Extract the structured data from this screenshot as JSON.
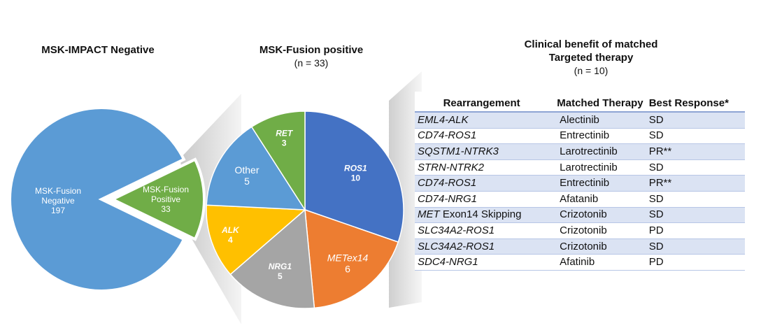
{
  "chart_data": [
    {
      "type": "pie",
      "title": "MSK-IMPACT Negative",
      "slices": [
        {
          "label": "MSK-Fusion Negative",
          "lines": [
            "MSK-Fusion",
            "Negative"
          ],
          "value": 197,
          "color": "#5b9bd5",
          "exploded": false
        },
        {
          "label": "MSK-Fusion Positive",
          "lines": [
            "MSK-Fusion",
            "Positive"
          ],
          "value": 33,
          "color": "#70ad47",
          "exploded": true
        }
      ]
    },
    {
      "type": "pie",
      "title": "MSK-Fusion positive",
      "subtitle": "(n = 33)",
      "slices": [
        {
          "label": "ROS1",
          "value": 10,
          "color": "#4472c4",
          "italic": true,
          "bold": true
        },
        {
          "label": "METex14",
          "value": 6,
          "color": "#ed7d31",
          "italic": true,
          "bold": false
        },
        {
          "label": "NRG1",
          "value": 5,
          "color": "#a5a5a5",
          "italic": true,
          "bold": true
        },
        {
          "label": "ALK",
          "value": 4,
          "color": "#ffc000",
          "italic": true,
          "bold": true
        },
        {
          "label": "Other",
          "value": 5,
          "color": "#5b9bd5",
          "italic": false,
          "bold": false
        },
        {
          "label": "RET",
          "value": 3,
          "color": "#70ad47",
          "italic": true,
          "bold": true
        }
      ]
    },
    {
      "type": "table",
      "title": "Clinical benefit of matched Targeted therapy",
      "title_lines": [
        "Clinical benefit of matched",
        "Targeted therapy"
      ],
      "subtitle": "(n = 10)",
      "columns": [
        "Rearrangement",
        "Matched Therapy",
        "Best Response*"
      ],
      "rows": [
        {
          "gene": "EML4-ALK",
          "suffix": "",
          "therapy": "Alectinib",
          "response": "SD"
        },
        {
          "gene": "CD74-ROS1",
          "suffix": "",
          "therapy": "Entrectinib",
          "response": "SD"
        },
        {
          "gene": "SQSTM1-NTRK3",
          "suffix": "",
          "therapy": "Larotrectinib",
          "response": "PR**"
        },
        {
          "gene": "STRN-NTRK2",
          "suffix": "",
          "therapy": "Larotrectinib",
          "response": "SD"
        },
        {
          "gene": "CD74-ROS1",
          "suffix": "",
          "therapy": "Entrectinib",
          "response": "PR**"
        },
        {
          "gene": "CD74-NRG1",
          "suffix": "",
          "therapy": "Afatanib",
          "response": "SD"
        },
        {
          "gene": "MET",
          "suffix": " Exon14 Skipping",
          "therapy": "Crizotonib",
          "response": "SD"
        },
        {
          "gene": "SLC34A2-ROS1",
          "suffix": "",
          "therapy": "Crizotonib",
          "response": "PD"
        },
        {
          "gene": "SLC34A2-ROS1",
          "suffix": "",
          "therapy": "Crizotonib",
          "response": "SD"
        },
        {
          "gene": "SDC4-NRG1",
          "suffix": "",
          "therapy": "Afatinib",
          "response": "PD"
        }
      ]
    }
  ]
}
